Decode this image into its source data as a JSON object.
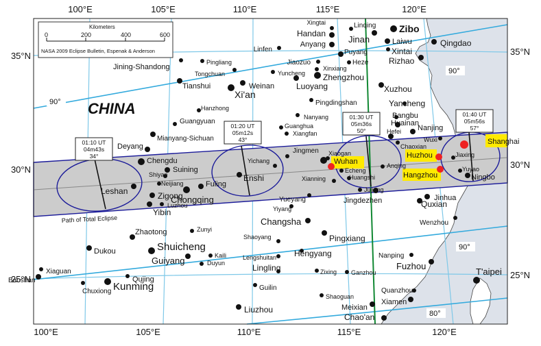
{
  "map": {
    "country_label": "CHINA",
    "path_label": "Path of Total Eclipse",
    "colors": {
      "land": "#ffffff",
      "sea": "#dde2ea",
      "path_band": "#cccccc",
      "graticule": "#7ec8e8",
      "isoline": "#33aadd",
      "ellipse": "#1a1a99",
      "central_meridian": "#118833",
      "highlight": "#ffea00",
      "highlight_dot": "#ee2222"
    },
    "scale_bar": {
      "title": "Kilometers",
      "ticks": [
        "0",
        "200",
        "400",
        "600"
      ],
      "credit": "NASA 2009 Eclipse Bulletin, Espenak & Anderson"
    },
    "longitude_labels_top": [
      {
        "id": "100",
        "text": "100°E"
      },
      {
        "id": "105",
        "text": "105°E"
      },
      {
        "id": "110",
        "text": "110°E"
      },
      {
        "id": "115",
        "text": "115°E"
      },
      {
        "id": "120",
        "text": "120°E"
      }
    ],
    "longitude_labels_bottom": [
      {
        "id": "100",
        "text": "100°E"
      },
      {
        "id": "105",
        "text": "105°E"
      },
      {
        "id": "110",
        "text": "110°E"
      },
      {
        "id": "115",
        "text": "115°E"
      },
      {
        "id": "120",
        "text": "120°E"
      }
    ],
    "latitude_labels_left": [
      {
        "id": "35",
        "text": "35°N"
      },
      {
        "id": "30",
        "text": "30°N"
      },
      {
        "id": "25",
        "text": "25°N"
      }
    ],
    "latitude_labels_right": [
      {
        "id": "35",
        "text": "35°N"
      },
      {
        "id": "30",
        "text": "30°N"
      },
      {
        "id": "25",
        "text": "25°N"
      }
    ],
    "altitude_labels": [
      {
        "id": "nw",
        "text": "90°"
      },
      {
        "id": "ne",
        "text": "90°"
      },
      {
        "id": "se",
        "text": "90°"
      },
      {
        "id": "s",
        "text": "80°"
      }
    ],
    "eclipse_boxes": [
      {
        "id": "0110",
        "time": "01:10 UT",
        "duration": "04m43s",
        "altitude": "34°"
      },
      {
        "id": "0120",
        "time": "01:20 UT",
        "duration": "05m12s",
        "altitude": "43°"
      },
      {
        "id": "0130",
        "time": "01:30 UT",
        "duration": "05m36s",
        "altitude": "50°"
      },
      {
        "id": "0140",
        "time": "01:40 UT",
        "duration": "05m56s",
        "altitude": "57°"
      }
    ],
    "cities": [
      {
        "id": "xingtai",
        "name": "Xingtai"
      },
      {
        "id": "linqing",
        "name": "Linqing"
      },
      {
        "id": "zibo",
        "name": "Zibo"
      },
      {
        "id": "handan",
        "name": "Handan"
      },
      {
        "id": "jinan",
        "name": "Jinan"
      },
      {
        "id": "laiwu",
        "name": "Laiwu"
      },
      {
        "id": "qingdao",
        "name": "Qingdao"
      },
      {
        "id": "anyang",
        "name": "Anyang"
      },
      {
        "id": "xintai",
        "name": "Xintai"
      },
      {
        "id": "linfen",
        "name": "Linfen"
      },
      {
        "id": "puyang",
        "name": "Puyang"
      },
      {
        "id": "rizhao",
        "name": "Rizhao"
      },
      {
        "id": "pingliang",
        "name": "Pingliang"
      },
      {
        "id": "jiaozuo",
        "name": "Jiaozuo"
      },
      {
        "id": "heze",
        "name": "Heze"
      },
      {
        "id": "jining_shandong",
        "name": "Jining-Shandong"
      },
      {
        "id": "tongchuan",
        "name": "Tongchuan"
      },
      {
        "id": "yuncheng",
        "name": "Yuncheng"
      },
      {
        "id": "xinxiang",
        "name": "Xinxiang"
      },
      {
        "id": "zhengzhou",
        "name": "Zhengzhou"
      },
      {
        "id": "tianshui",
        "name": "Tianshui"
      },
      {
        "id": "weinan",
        "name": "Weinan"
      },
      {
        "id": "luoyang",
        "name": "Luoyang"
      },
      {
        "id": "xian",
        "name": "Xi'an"
      },
      {
        "id": "xuzhou",
        "name": "Xuzhou"
      },
      {
        "id": "hanzhong",
        "name": "Hanzhong"
      },
      {
        "id": "pingdingshan",
        "name": "Pingdingshan"
      },
      {
        "id": "yancheng",
        "name": "Yancheng"
      },
      {
        "id": "guangyuan",
        "name": "Guangyuan"
      },
      {
        "id": "nanyang",
        "name": "Nanyang"
      },
      {
        "id": "bangbu",
        "name": "Bangbu"
      },
      {
        "id": "guanghua",
        "name": "Guanghua"
      },
      {
        "id": "huainan",
        "name": "Huainan"
      },
      {
        "id": "xiangfan",
        "name": "Xiangfan"
      },
      {
        "id": "hefei",
        "name": "Hefei"
      },
      {
        "id": "nanjing",
        "name": "Nanjing"
      },
      {
        "id": "mianyang",
        "name": "Mianyang-Sichuan"
      },
      {
        "id": "deyang",
        "name": "Deyang"
      },
      {
        "id": "chaoxian",
        "name": "Chaoxian"
      },
      {
        "id": "wuxi",
        "name": "Wuxi"
      },
      {
        "id": "shanghai",
        "name": "Shanghai"
      },
      {
        "id": "jingmen",
        "name": "Jingmen"
      },
      {
        "id": "xiaogan",
        "name": "Xiaogan"
      },
      {
        "id": "chengdu",
        "name": "Chengdu"
      },
      {
        "id": "huzhou",
        "name": "Huzhou"
      },
      {
        "id": "jiaxing",
        "name": "Jiaxing"
      },
      {
        "id": "yichang",
        "name": "Yichang"
      },
      {
        "id": "wuhan",
        "name": "Wuhan"
      },
      {
        "id": "suining",
        "name": "Suining"
      },
      {
        "id": "echeng",
        "name": "Echeng"
      },
      {
        "id": "anqing",
        "name": "Anqing"
      },
      {
        "id": "shiyan",
        "name": "Shiyan"
      },
      {
        "id": "huangshi",
        "name": "Huangshi"
      },
      {
        "id": "yuyao",
        "name": "Yuyao"
      },
      {
        "id": "enshi",
        "name": "Enshi"
      },
      {
        "id": "hangzhou",
        "name": "Hangzhou"
      },
      {
        "id": "ningbo",
        "name": "Ningbo"
      },
      {
        "id": "neijiang",
        "name": "Neijiang"
      },
      {
        "id": "fuling",
        "name": "Fuling"
      },
      {
        "id": "xianning",
        "name": "Xianning"
      },
      {
        "id": "leshan",
        "name": "Leshan"
      },
      {
        "id": "zigong",
        "name": "Zigong"
      },
      {
        "id": "jujiang",
        "name": "Jujiang"
      },
      {
        "id": "chongqing",
        "name": "Chongqing"
      },
      {
        "id": "jinhua",
        "name": "Jinhua"
      },
      {
        "id": "luzhou",
        "name": "Luzhou"
      },
      {
        "id": "yueyang",
        "name": "Yueyang"
      },
      {
        "id": "jingdezhen",
        "name": "Jingdezhen"
      },
      {
        "id": "quxian",
        "name": "Quxian"
      },
      {
        "id": "yibin",
        "name": "Yibin"
      },
      {
        "id": "yiyang",
        "name": "Yiyang"
      },
      {
        "id": "changsha",
        "name": "Changsha"
      },
      {
        "id": "wenzhou",
        "name": "Wenzhou"
      },
      {
        "id": "zhaotong",
        "name": "Zhaotong"
      },
      {
        "id": "zunyi",
        "name": "Zunyi"
      },
      {
        "id": "shaoyang",
        "name": "Shaoyang"
      },
      {
        "id": "pingxiang",
        "name": "Pingxiang"
      },
      {
        "id": "dukou",
        "name": "Dukou"
      },
      {
        "id": "shuicheng",
        "name": "Shuicheng"
      },
      {
        "id": "kaili",
        "name": "Kaili"
      },
      {
        "id": "lengshuitan",
        "name": "Lengshuitan"
      },
      {
        "id": "hengyang",
        "name": "Hengyang"
      },
      {
        "id": "nanping",
        "name": "Nanping"
      },
      {
        "id": "guiyang",
        "name": "Guiyang"
      },
      {
        "id": "duyun",
        "name": "Duyun"
      },
      {
        "id": "lingling",
        "name": "Lingling"
      },
      {
        "id": "fuzhou",
        "name": "Fuzhou"
      },
      {
        "id": "xiaguan",
        "name": "Xiaguan"
      },
      {
        "id": "taipei",
        "name": "T'aipei"
      },
      {
        "id": "baoshan",
        "name": "Baoshan"
      },
      {
        "id": "quijing",
        "name": "Qujing"
      },
      {
        "id": "zixing",
        "name": "Zixing"
      },
      {
        "id": "ganzhou",
        "name": "Ganzhou"
      },
      {
        "id": "kunming",
        "name": "Kunming"
      },
      {
        "id": "guilin",
        "name": "Guilin"
      },
      {
        "id": "quanzhou",
        "name": "Quanzhou"
      },
      {
        "id": "chuxiong",
        "name": "Chuxiong"
      },
      {
        "id": "shaoguan",
        "name": "Shaoguan"
      },
      {
        "id": "xiamen",
        "name": "Xiamen"
      },
      {
        "id": "meixian",
        "name": "Meixian"
      },
      {
        "id": "liuzhou",
        "name": "Liuzhou"
      },
      {
        "id": "chaoan",
        "name": "Chao'an"
      }
    ]
  }
}
